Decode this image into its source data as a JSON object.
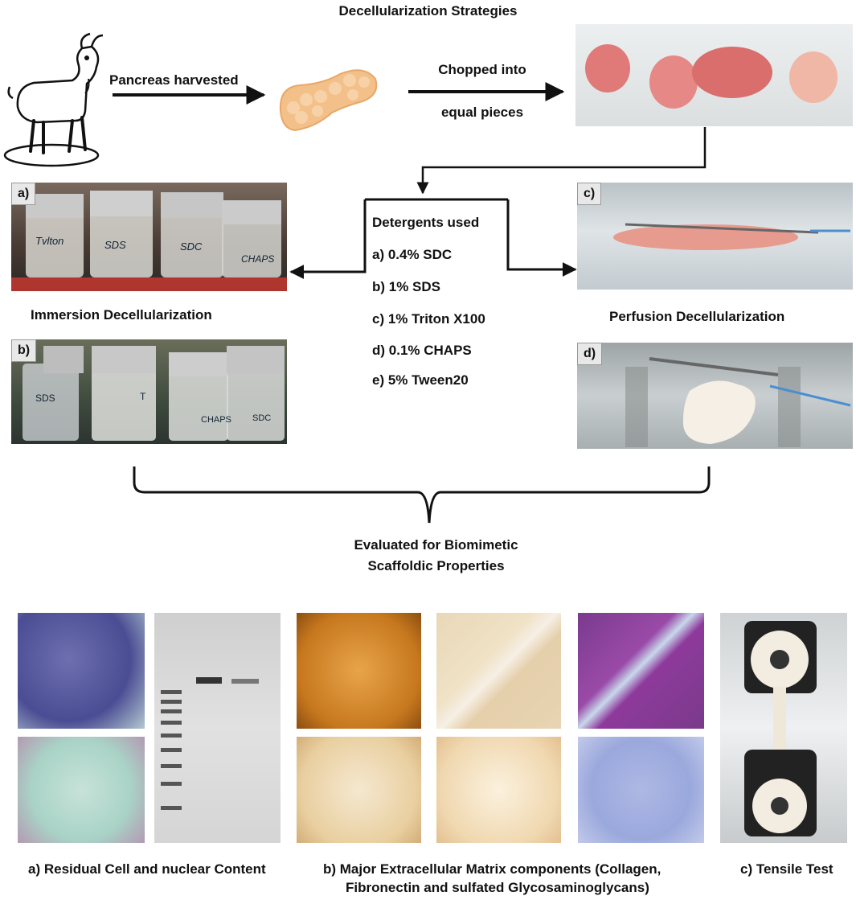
{
  "title": "Decellularization Strategies",
  "step1": "Pancreas harvested",
  "step2_line1": "Chopped into",
  "step2_line2": "equal pieces",
  "detergents": {
    "header": "Detergents used",
    "items": [
      "a) 0.4% SDC",
      "b) 1% SDS",
      "c) 1% Triton X100",
      "d) 0.1% CHAPS",
      "e) 5% Tween20"
    ]
  },
  "panels": {
    "a": "a)",
    "b": "b)",
    "c": "c)",
    "d": "d)"
  },
  "immersion": "Immersion Decellularization",
  "perfusion": "Perfusion Decellularization",
  "evaluated_line1": "Evaluated for Biomimetic",
  "evaluated_line2": "Scaffoldic Properties",
  "captions": {
    "a": "a) Residual Cell and nuclear Content",
    "b_line1": "b) Major Extracellular Matrix components (Collagen,",
    "b_line2": "Fibronectin and sulfated Glycosaminoglycans)",
    "c": "c) Tensile Test"
  },
  "jar_labels": {
    "row_a": [
      "Tvlton",
      "SDS",
      "SDC",
      "CHAPS"
    ],
    "row_b": [
      "SDS",
      "T",
      "CHAPS",
      "SDC"
    ]
  },
  "icons": [
    "goat-icon",
    "pancreas-icon"
  ],
  "colors": {
    "arrow": "#111111",
    "pancreas": "#f3c08a",
    "tissue": "#e58a88"
  }
}
